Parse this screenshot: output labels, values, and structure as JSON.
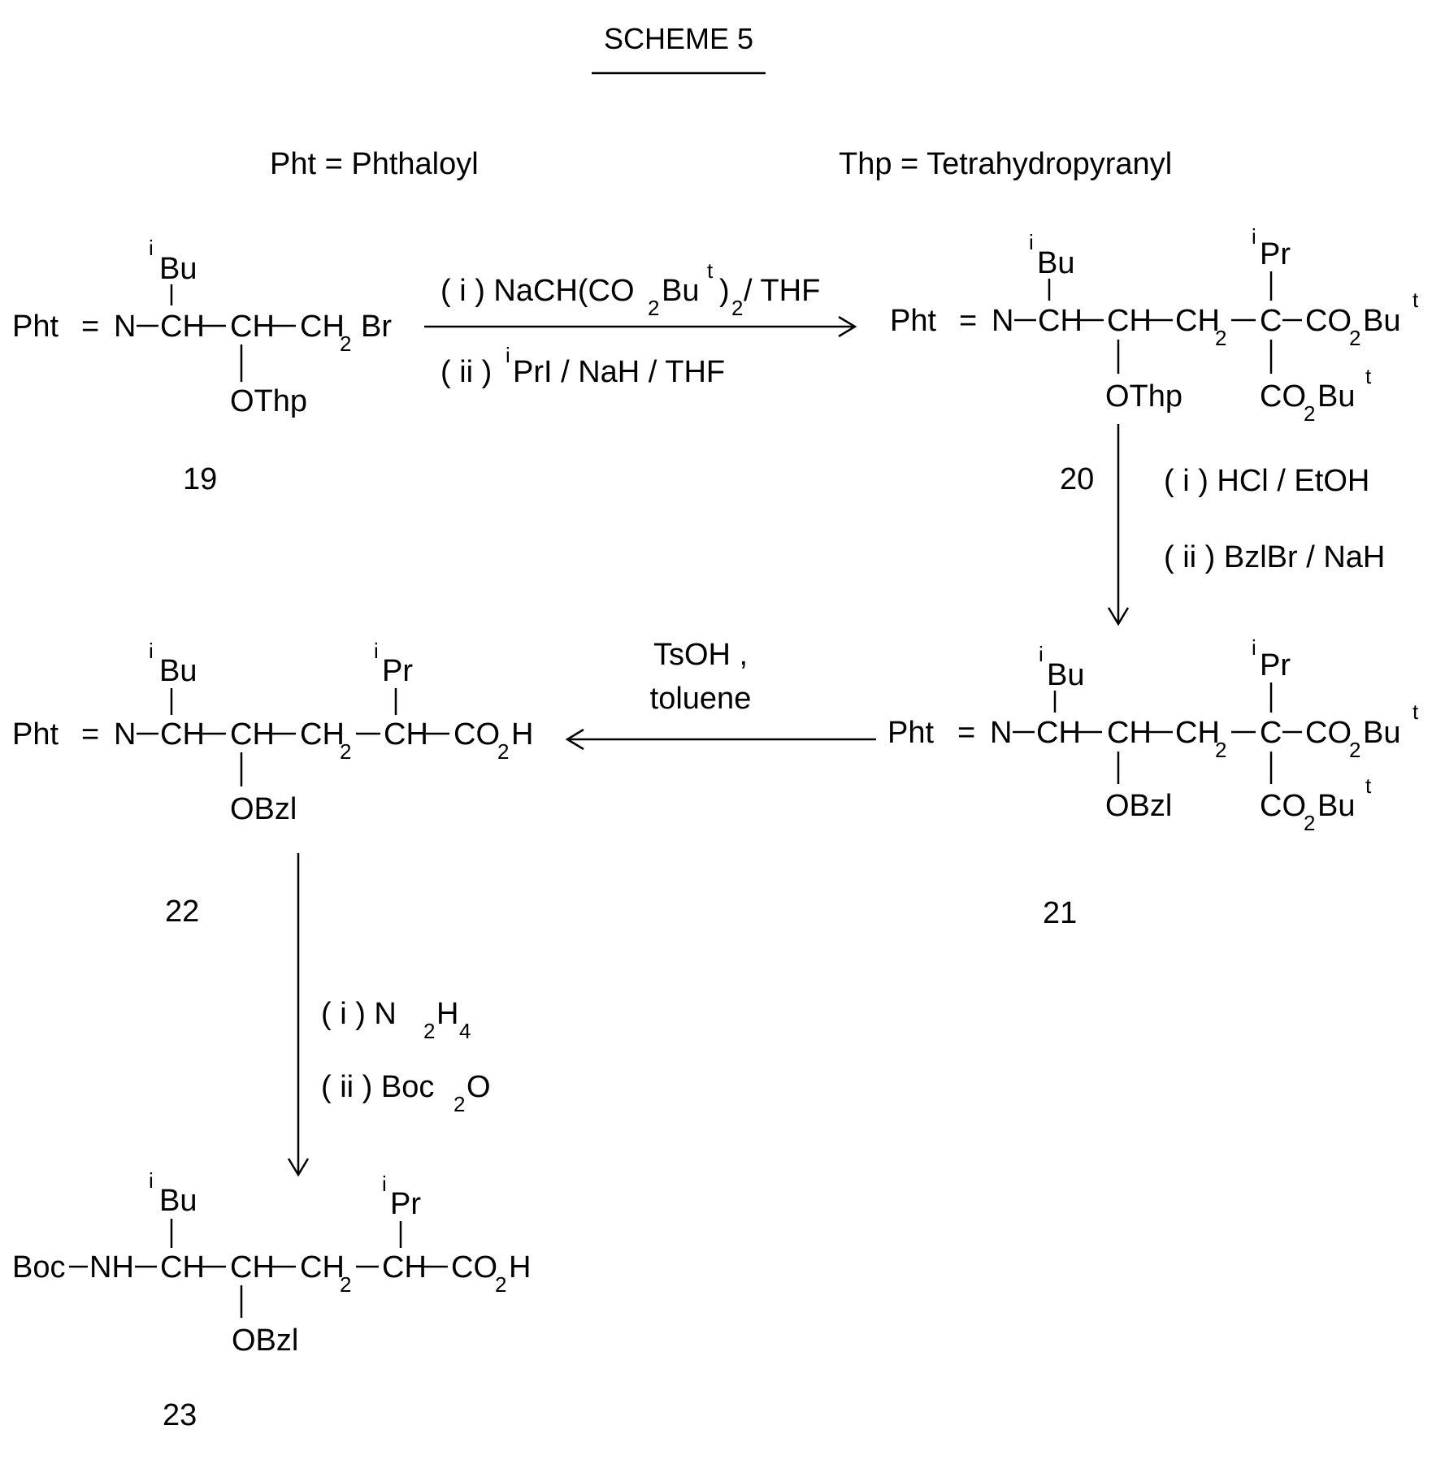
{
  "title": "SCHEME  5",
  "definitions": {
    "pht": "Pht  =  Phthaloyl",
    "thp": "Thp  =  Tetrahydropyranyl"
  },
  "compounds": {
    "c19": {
      "number": "19",
      "prefix": "Pht",
      "eq": "=",
      "n": "N",
      "ch1": "CH",
      "ch2": "CH",
      "ch2br": "CH",
      "sub2": "2",
      "br": "Br",
      "ibu_sup": "i",
      "ibu": "Bu",
      "otail": "OThp"
    },
    "c20": {
      "number": "20",
      "prefix": "Pht",
      "eq": "=",
      "n": "N",
      "ch1": "CH",
      "ch2": "CH",
      "ch2b": "CH",
      "sub2": "2",
      "c": "C",
      "co2a": "CO",
      "co2a_sub": "2",
      "co2a_bu": "Bu",
      "co2a_t": "t",
      "ibu_sup": "i",
      "ibu": "Bu",
      "ipr_sup": "i",
      "ipr": "Pr",
      "otail": "OThp",
      "co2b": "CO",
      "co2b_sub": "2",
      "co2b_bu": "Bu",
      "co2b_t": "t"
    },
    "c21": {
      "number": "21",
      "prefix": "Pht",
      "eq": "=",
      "n": "N",
      "ch1": "CH",
      "ch2": "CH",
      "ch2b": "CH",
      "sub2": "2",
      "c": "C",
      "co2a": "CO",
      "co2a_sub": "2",
      "co2a_bu": "Bu",
      "co2a_t": "t",
      "ibu_sup": "i",
      "ibu": "Bu",
      "ipr_sup": "i",
      "ipr": "Pr",
      "otail": "OBzl",
      "co2b": "CO",
      "co2b_sub": "2",
      "co2b_bu": "Bu",
      "co2b_t": "t"
    },
    "c22": {
      "number": "22",
      "prefix": "Pht",
      "eq": "=",
      "n": "N",
      "ch1": "CH",
      "ch2": "CH",
      "ch2b": "CH",
      "sub2": "2",
      "ch3": "CH",
      "co2h": "CO",
      "co2h_sub": "2",
      "co2h_h": "H",
      "ibu_sup": "i",
      "ibu": "Bu",
      "ipr_sup": "i",
      "ipr": "Pr",
      "otail": "OBzl"
    },
    "c23": {
      "number": "23",
      "boc": "Boc",
      "nh": "NH",
      "ch1": "CH",
      "ch2": "CH",
      "ch2b": "CH",
      "sub2": "2",
      "ch3": "CH",
      "co2h": "CO",
      "co2h_sub": "2",
      "co2h_h": "H",
      "ibu_sup": "i",
      "ibu": "Bu",
      "ipr_sup": "i",
      "ipr": "Pr",
      "otail": "OBzl"
    }
  },
  "reactions": {
    "r1": {
      "step1_pre": "( i )  NaCH(CO",
      "step1_sub2": "2",
      "step1_bu": "Bu",
      "step1_t": "t",
      "step1_paren": ")",
      "step1_sub2b": "2",
      "step1_post": " / THF",
      "step2_pre": "( ii ) ",
      "step2_sup": "i",
      "step2_post": "PrI / NaH / THF"
    },
    "r2": {
      "step1": "( i )  HCl / EtOH",
      "step2": "( ii )  BzlBr / NaH"
    },
    "r3": {
      "line1": "TsOH ,",
      "line2": "toluene"
    },
    "r4": {
      "step1_pre": "( i )     N",
      "step1_sub2": "2",
      "step1_h": "H",
      "step1_sub4": "4",
      "step2_pre": "( ii )  Boc",
      "step2_sub2": "2",
      "step2_o": "O"
    }
  }
}
